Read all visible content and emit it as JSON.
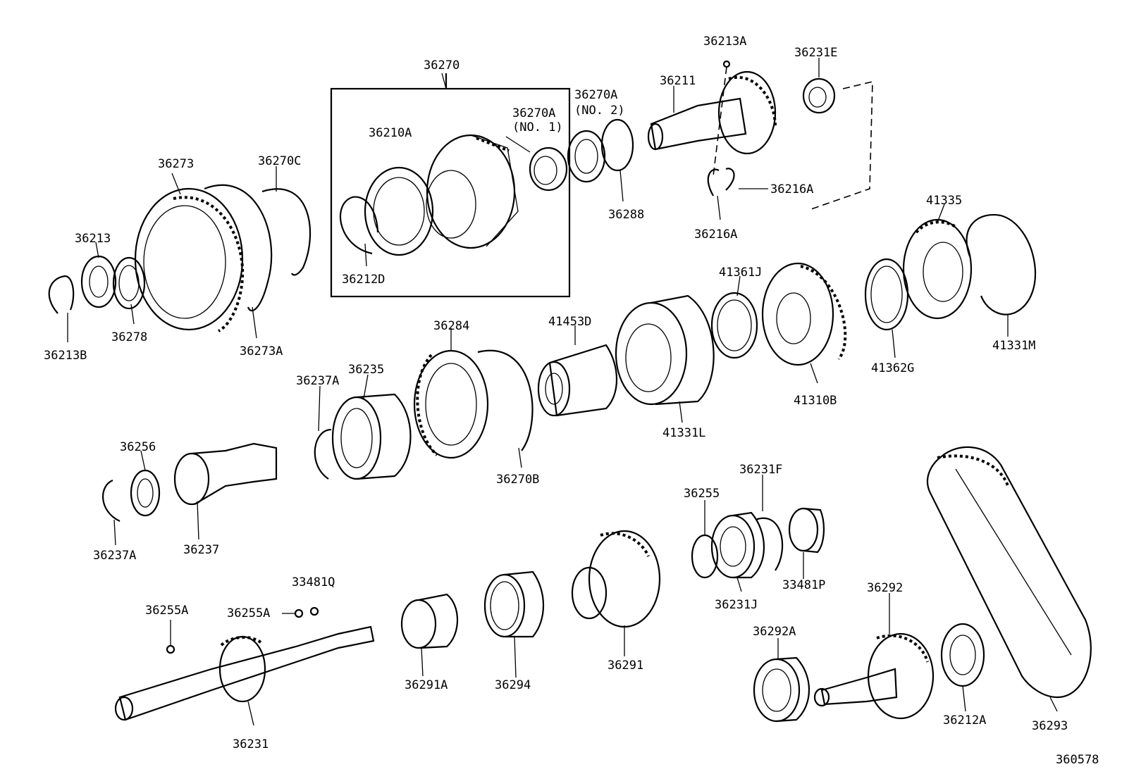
{
  "labels": {
    "p36270": "36270",
    "p36213A": "36213A",
    "p36231E": "36231E",
    "p36211": "36211",
    "p36270A2": "36270A",
    "p36270A2_sub": "(NO. 2)",
    "p36270A1": "36270A",
    "p36270A1_sub": "(NO. 1)",
    "p36210A": "36210A",
    "p36273": "36273",
    "p36270C": "36270C",
    "p36216A_a": "36216A",
    "p36216A_b": "36216A",
    "p36288": "36288",
    "p41335": "41335",
    "p36213": "36213",
    "p36212D": "36212D",
    "p41361J": "41361J",
    "p36278": "36278",
    "p36213B": "36213B",
    "p36273A": "36273A",
    "p36284": "36284",
    "p41453D": "41453D",
    "p41331M": "41331M",
    "p41362G": "41362G",
    "p36235": "36235",
    "p36237A_a": "36237A",
    "p41310B": "41310B",
    "p41331L": "41331L",
    "p36256": "36256",
    "p36270B": "36270B",
    "p36231F": "36231F",
    "p36255": "36255",
    "p36237": "36237",
    "p36237A_b": "36237A",
    "p33481Q": "33481Q",
    "p33481P": "33481P",
    "p36292": "36292",
    "p36231J": "36231J",
    "p36255A_a": "36255A",
    "p36255A_b": "36255A",
    "p36292A": "36292A",
    "p36291A": "36291A",
    "p36294": "36294",
    "p36291": "36291",
    "p36212A": "36212A",
    "p36293": "36293",
    "p36231": "36231",
    "figure_id": "360578"
  }
}
